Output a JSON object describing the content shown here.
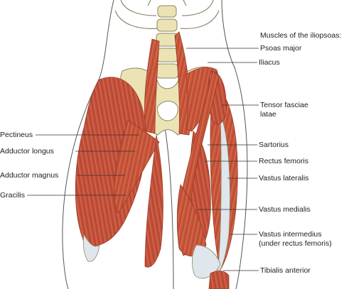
{
  "labels": {
    "group_heading": "Muscles of the iliopsoas:",
    "psoas_major": "Psoas major",
    "iliacus": "Iliacus",
    "tensor_fasciae_latae": "Tensor fasciae\nlatae",
    "sartorius": "Sartorius",
    "rectus_femoris": "Rectus femoris",
    "vastus_lateralis": "Vastus lateralis",
    "vastus_medialis": "Vastus medialis",
    "vastus_intermedius": "Vastus intermedius\n(under rectus femoris)",
    "tibialis_anterior": "Tibialis anterior",
    "pectineus": "Pectineus",
    "adductor_longus": "Adductor longus",
    "adductor_magnus": "Adductor magnus",
    "gracilis": "Gracilis"
  },
  "colors": {
    "muscle": "#c8553a",
    "muscle_dark": "#9a3a26",
    "muscle_light": "#e08a6c",
    "bone": "#ece3b4",
    "bone_outline": "#8f8668",
    "tendon": "#dfe6ec",
    "outline": "#555555",
    "leader": "#333333"
  }
}
